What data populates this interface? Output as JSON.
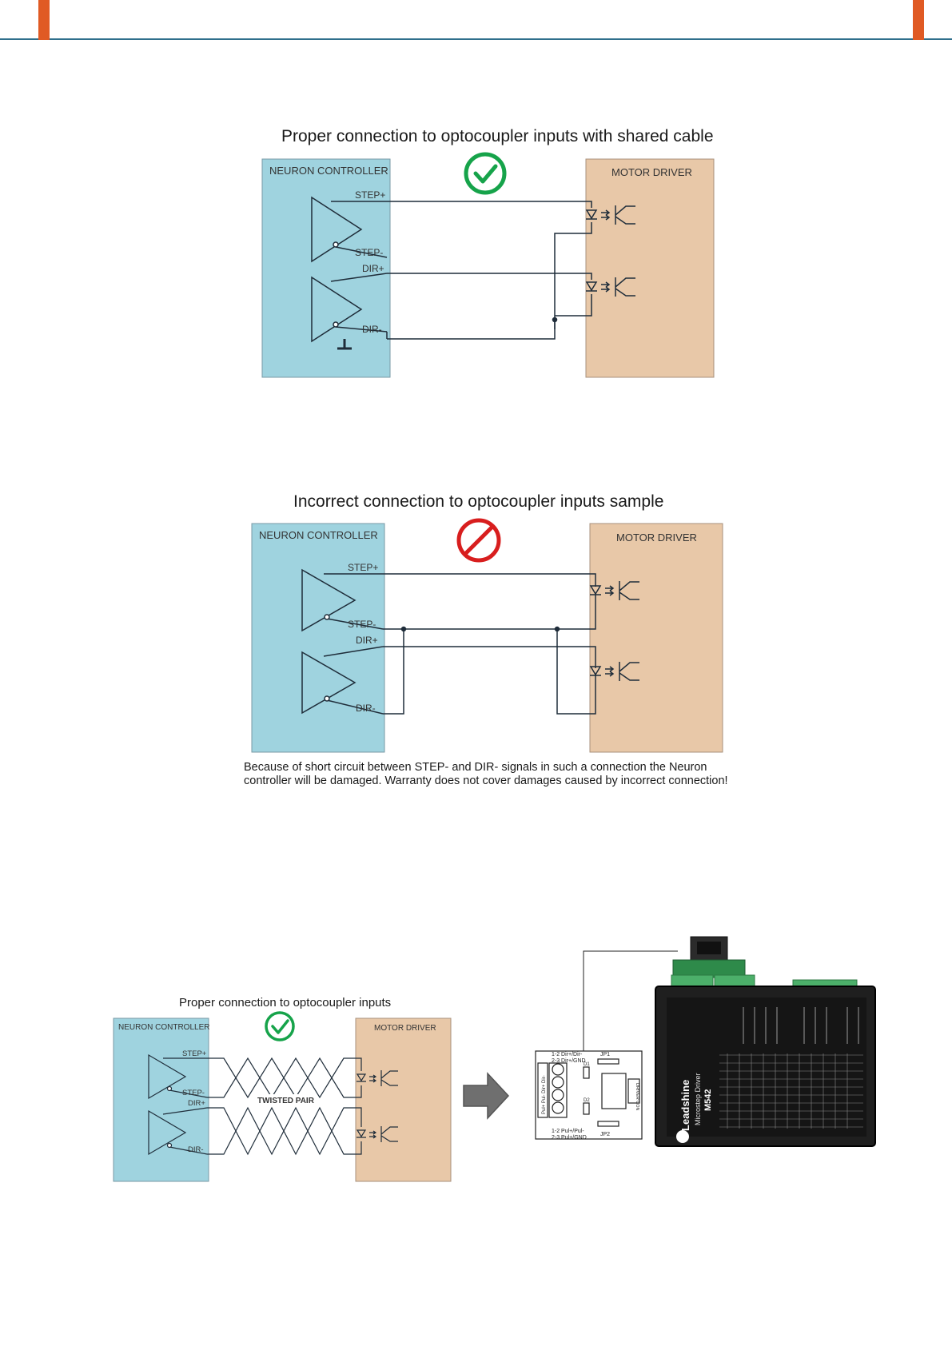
{
  "colors": {
    "header_line": "#2f6f8c",
    "header_tab": "#e05a24",
    "controller_fill": "#9fd3df",
    "driver_fill": "#e8c8a8",
    "ok_green": "#16a34a",
    "error_red": "#d81e1e",
    "wire": "#1f2d3a",
    "arrow": "#6f6f6f"
  },
  "icons": {
    "ok": "check-circle-icon",
    "error": "prohibited-icon",
    "arrow": "right-arrow-icon",
    "optocoupler": "optocoupler-icon",
    "driver_gate": "differential-driver-icon",
    "ground": "ground-icon"
  },
  "diagram1": {
    "title": "Proper connection to optocoupler inputs with shared cable",
    "controller_label": "NEURON CONTROLLER",
    "driver_label": "MOTOR DRIVER",
    "pins": [
      "STEP+",
      "STEP-",
      "DIR+",
      "DIR-"
    ]
  },
  "diagram2": {
    "title": "Incorrect connection to optocoupler inputs sample",
    "controller_label": "NEURON CONTROLLER",
    "driver_label": "MOTOR DRIVER",
    "pins": [
      "STEP+",
      "STEP-",
      "DIR+",
      "DIR-"
    ],
    "warning": "Because of short circuit between STEP- and DIR- signals in such a connection the Neuron controller will be damaged. Warranty does not cover damages caused by incorrect connection!"
  },
  "diagram3": {
    "title": "Proper connection to optocoupler inputs",
    "controller_label": "NEURON CONTROLLER",
    "driver_label": "MOTOR DRIVER",
    "pins": [
      "STEP+",
      "STEP-",
      "DIR+",
      "DIR-"
    ],
    "twisted_pair_label": "TWISTED PAIR"
  },
  "adapter_board": {
    "jp1_note": "1-2 Dir+/Dir-\n2-3 Dir+/GND",
    "jp1": "JP1",
    "jp2_note": "1-2 Pul+/Pul-\n2-3 Pul+/GND",
    "jp2": "JP2",
    "terminal_label": "Pul+ Pul- Dir+ Dir-",
    "d1": "D1",
    "d2": "D2",
    "connector_label": "DRIVER CON"
  },
  "stepper_driver_photo": {
    "brand": "Leadshine",
    "product": "Microstep Driver",
    "model": "M542"
  }
}
